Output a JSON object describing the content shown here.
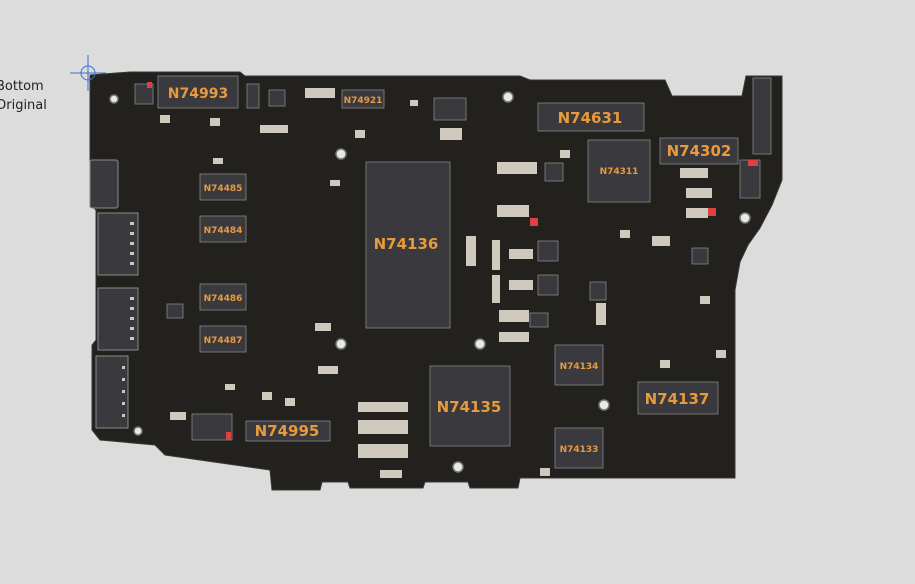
{
  "view": {
    "side_label": "Bottom",
    "mode_label": "Original"
  },
  "components": [
    {
      "id": "chip-n74993",
      "label": "N74993"
    },
    {
      "id": "chip-n74921",
      "label": "N74921"
    },
    {
      "id": "chip-n74631",
      "label": "N74631"
    },
    {
      "id": "chip-n74302",
      "label": "N74302"
    },
    {
      "id": "chip-n74311",
      "label": "N74311"
    },
    {
      "id": "chip-n74485",
      "label": "N74485"
    },
    {
      "id": "chip-n74484",
      "label": "N74484"
    },
    {
      "id": "chip-n74486",
      "label": "N74486"
    },
    {
      "id": "chip-n74487",
      "label": "N74487"
    },
    {
      "id": "chip-n74136",
      "label": "N74136"
    },
    {
      "id": "chip-n74135",
      "label": "N74135"
    },
    {
      "id": "chip-n74134",
      "label": "N74134"
    },
    {
      "id": "chip-n74133",
      "label": "N74133"
    },
    {
      "id": "chip-n74137",
      "label": "N74137"
    },
    {
      "id": "chip-n74995",
      "label": "N74995"
    }
  ],
  "colors": {
    "background": "#dcdcdc",
    "board": "#23211d",
    "chip_fill": "#3a3a3e",
    "label": "#e89a3c",
    "pad": "#cfc9bd",
    "marker": "#e04040",
    "crosshair": "#3b6fd8"
  }
}
